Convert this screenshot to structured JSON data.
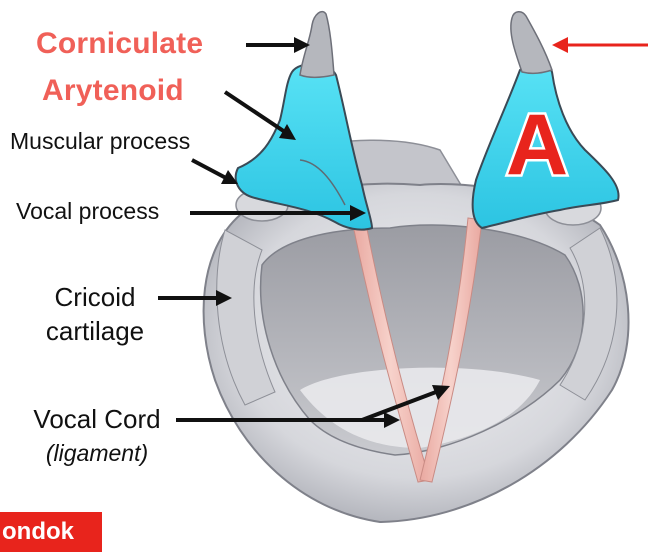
{
  "labels": {
    "corniculate": "Corniculate",
    "arytenoid": "Arytenoid",
    "muscular_process": "Muscular process",
    "vocal_process": "Vocal process",
    "cricoid_line1": "Cricoid",
    "cricoid_line2": "cartilage",
    "vocal_cord": "Vocal Cord",
    "ligament": "(ligament)",
    "big_letter": "A",
    "badge": "ondok"
  },
  "colors": {
    "red_label": "#f06058",
    "arytenoid_fill": "#3fd6ee",
    "cartilage_fill": "#dcdde2",
    "cord_fill": "#f0b9b0",
    "badge_bg": "#e8241c",
    "arrow_black": "#111111",
    "arrow_red": "#e8241c"
  }
}
